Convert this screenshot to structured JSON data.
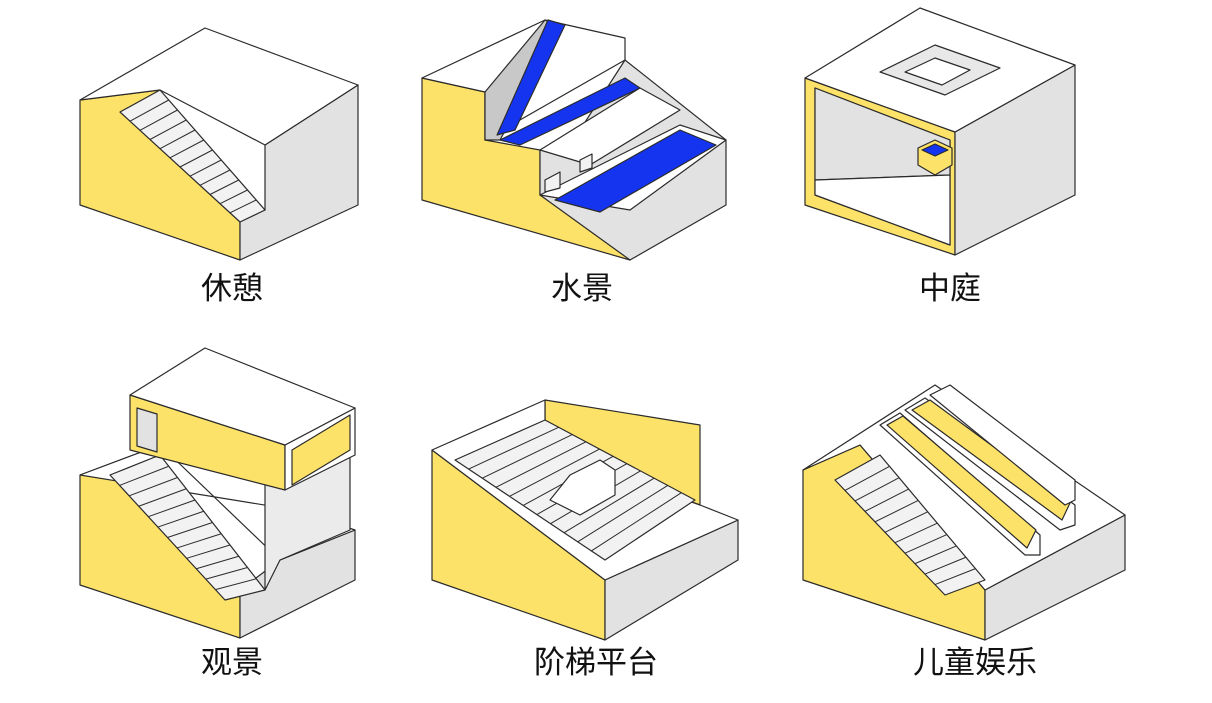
{
  "palette": {
    "yellow": "#FDE26A",
    "white": "#FFFFFF",
    "gray": "#E2E2E2",
    "dark_gray": "#BDBDBD",
    "blue": "#1434F0",
    "outline": "#2B2B2B"
  },
  "panels": [
    {
      "label": "休憩",
      "icon": "stair-block-icon"
    },
    {
      "label": "水景",
      "icon": "water-feature-icon"
    },
    {
      "label": "中庭",
      "icon": "courtyard-icon"
    },
    {
      "label": "观景",
      "icon": "viewing-deck-icon"
    },
    {
      "label": "阶梯平台",
      "icon": "terrace-steps-icon"
    },
    {
      "label": "儿童娱乐",
      "icon": "slide-playground-icon"
    }
  ]
}
